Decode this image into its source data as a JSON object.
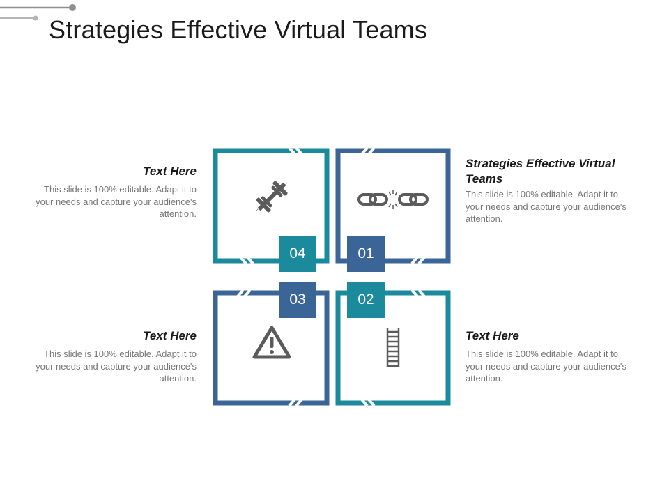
{
  "slide": {
    "title": "Strategies Effective Virtual Teams"
  },
  "colors": {
    "teal": "#1B8A9C",
    "blue": "#3A6596",
    "icon_gray": "#5b5b5b",
    "text_gray": "#777777",
    "deco_gray": "#9a9a9a"
  },
  "quadrants": [
    {
      "number": "01",
      "icon": "broken-chain-icon",
      "color": "blue"
    },
    {
      "number": "02",
      "icon": "ladder-icon",
      "color": "teal"
    },
    {
      "number": "03",
      "icon": "warning-icon",
      "color": "blue"
    },
    {
      "number": "04",
      "icon": "dumbbell-icon",
      "color": "teal"
    }
  ],
  "text_blocks": {
    "top_left": {
      "heading": "Text Here",
      "body": "This slide is 100% editable. Adapt it to your needs and capture your audience's attention."
    },
    "top_right": {
      "heading": "Strategies Effective Virtual Teams",
      "body": "This slide is 100% editable. Adapt it to your needs and capture your audience's attention."
    },
    "bottom_left": {
      "heading": "Text Here",
      "body": "This slide is 100% editable. Adapt it to your needs and capture your audience's attention."
    },
    "bottom_right": {
      "heading": "Text Here",
      "body": "This slide is 100% editable. Adapt it to your needs and capture your audience's attention."
    }
  }
}
